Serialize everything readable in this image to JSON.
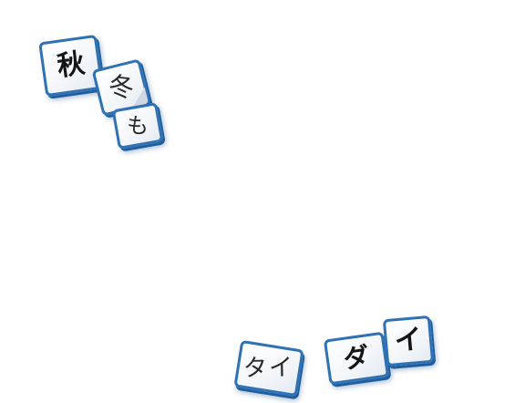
{
  "stickers": [
    {
      "text": "秋"
    },
    {
      "text": "冬"
    },
    {
      "text": "も"
    },
    {
      "text": "タイ"
    },
    {
      "text": "ダ"
    },
    {
      "text": "イ"
    }
  ],
  "colors": {
    "tile_border": "#2f72b4",
    "tile_face": "#ffffff",
    "glyph": "#151515"
  }
}
